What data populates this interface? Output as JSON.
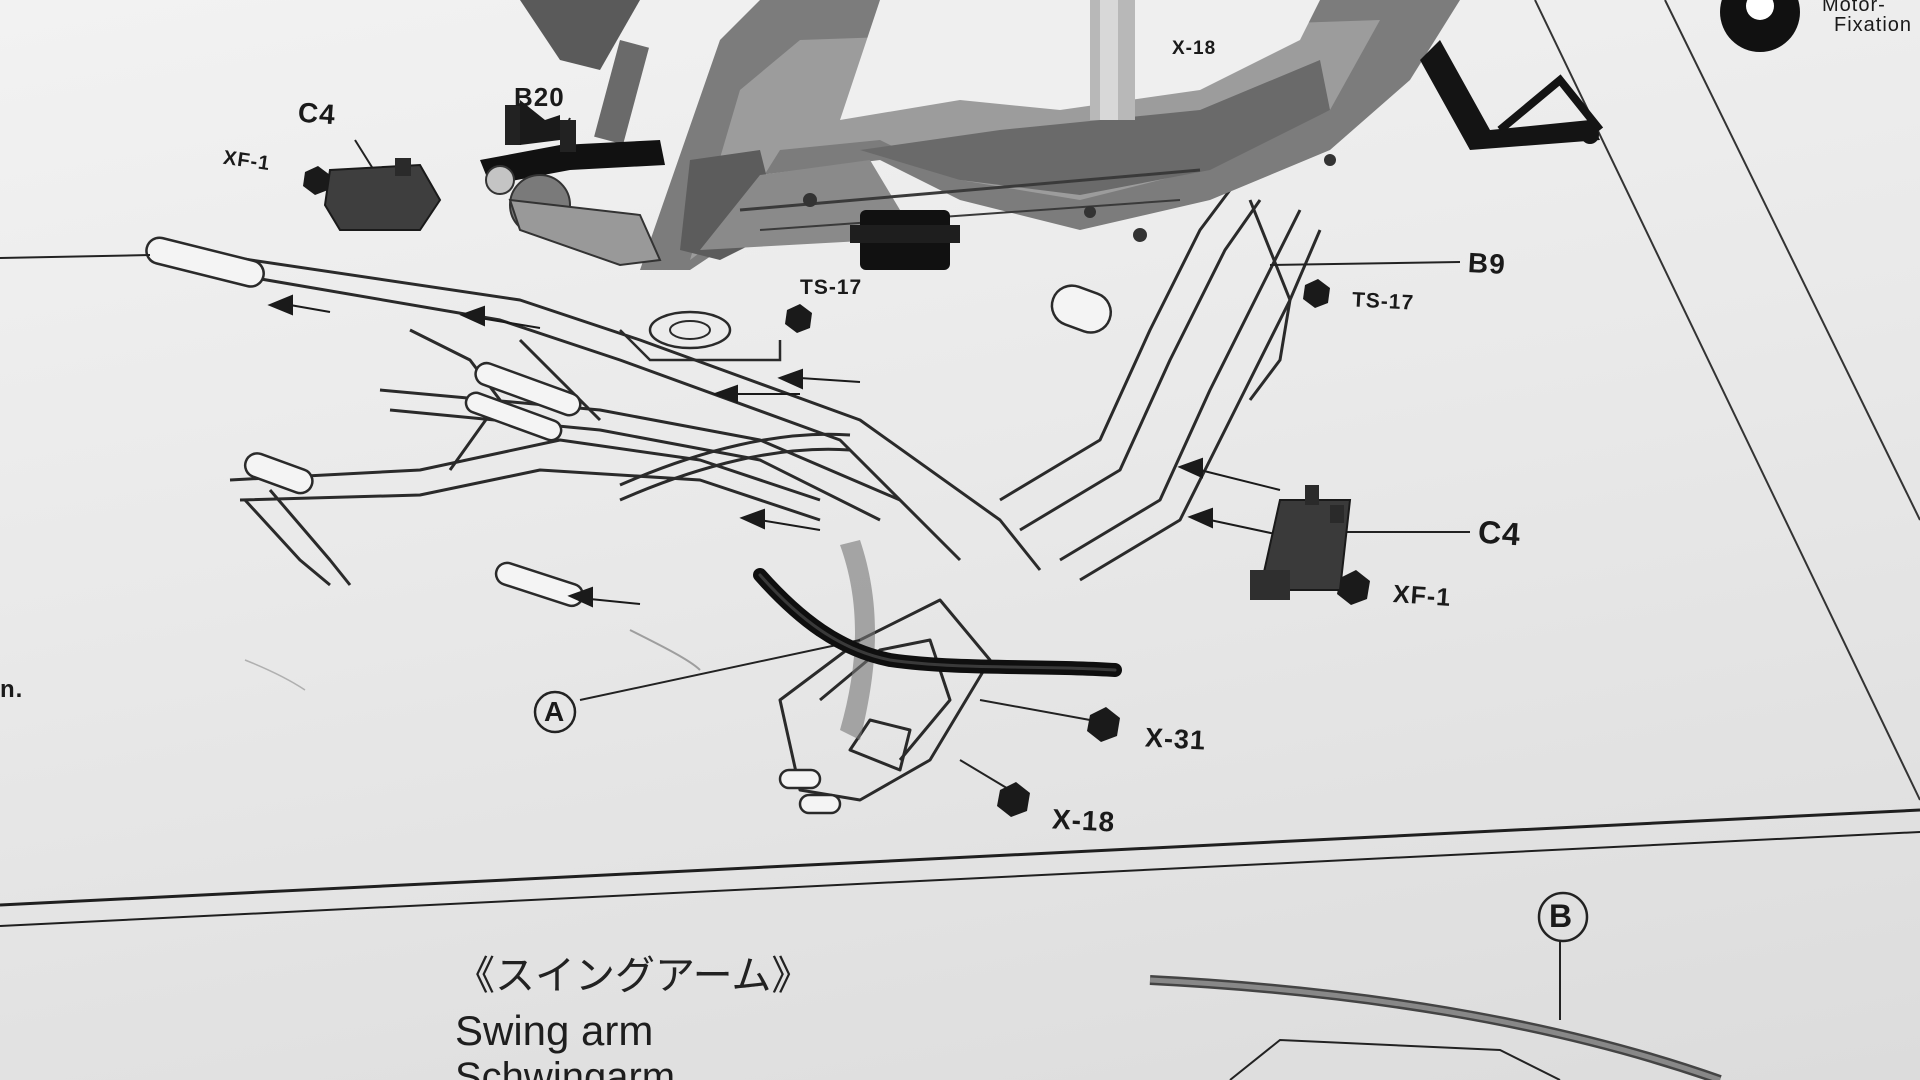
{
  "labels": {
    "c4_top": "C4",
    "xf1_top": "XF-1",
    "b20": "B20",
    "x18_top": "X-18",
    "ts17_left": "TS-17",
    "b9": "B9",
    "ts17_right": "TS-17",
    "c4_right": "C4",
    "xf1_right": "XF-1",
    "x31": "X-31",
    "x18_bottom": "X-18",
    "callout_a": "A",
    "callout_b": "B",
    "left_fragment": "n.",
    "corner_step_1": "Motor-",
    "corner_step_2": "Fixation",
    "section_jp": "《スイングアーム》",
    "section_en": "Swing arm",
    "section_de": "Schwingarm"
  },
  "colors": {
    "paper": "#ededed",
    "ink": "#1a1a1a",
    "frame_metal": "#8a8a8a",
    "frame_shadow": "#3c3c3c",
    "black_part": "#151515"
  },
  "icons": [
    "hex-paint-icon",
    "arrow-icon"
  ]
}
